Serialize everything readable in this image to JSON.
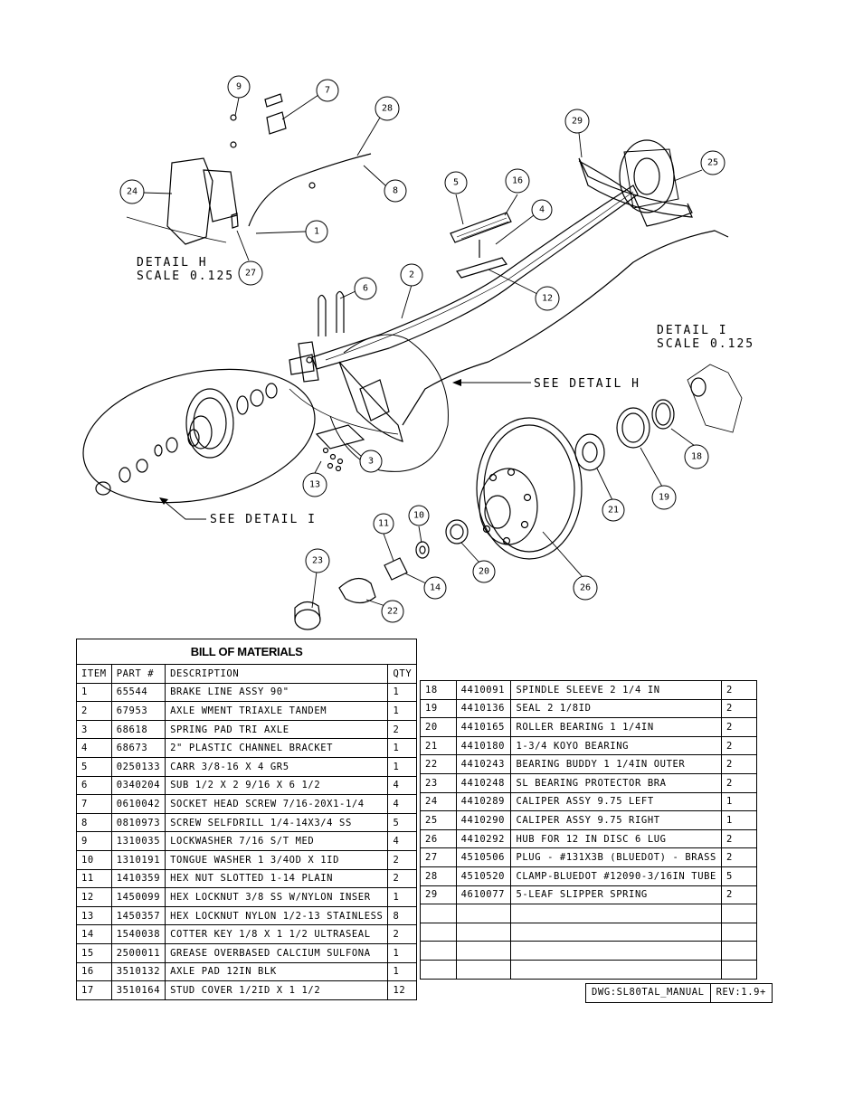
{
  "callouts": [
    "9",
    "7",
    "28",
    "29",
    "25",
    "24",
    "8",
    "5",
    "16",
    "4",
    "1",
    "27",
    "6",
    "2",
    "12",
    "13",
    "3",
    "11",
    "10",
    "20",
    "14",
    "23",
    "22",
    "21",
    "19",
    "18",
    "26"
  ],
  "details": {
    "h": {
      "title": "DETAIL  H",
      "scale": "SCALE  0.125"
    },
    "i": {
      "title": "DETAIL  I",
      "scale": "SCALE  0.125"
    },
    "see_h": "SEE DETAIL  H",
    "see_i": "SEE DETAIL  I"
  },
  "bom": {
    "title": "BILL OF MATERIALS",
    "headers": [
      "ITEM",
      "PART #",
      "DESCRIPTION",
      "QTY"
    ],
    "left_rows": [
      [
        "1",
        "65544",
        "BRAKE LINE ASSY 90\"",
        "1"
      ],
      [
        "2",
        "67953",
        "AXLE WMENT   TRIAXLE TANDEM",
        "1"
      ],
      [
        "3",
        "68618",
        "SPRING PAD   TRI AXLE",
        "2"
      ],
      [
        "4",
        "68673",
        "2\" PLASTIC CHANNEL BRACKET",
        "1"
      ],
      [
        "5",
        "0250133",
        "CARR 3/8-16 X 4 GR5",
        "1"
      ],
      [
        "6",
        "0340204",
        "SUB 1/2 X 2 9/16 X 6 1/2",
        "4"
      ],
      [
        "7",
        "0610042",
        "SOCKET HEAD SCREW 7/16-20X1-1/4",
        "4"
      ],
      [
        "8",
        "0810973",
        "SCREW SELFDRILL  1/4-14X3/4 SS",
        "5"
      ],
      [
        "9",
        "1310035",
        "LOCKWASHER 7/16 S/T MED",
        "4"
      ],
      [
        "10",
        "1310191",
        "TONGUE WASHER 1 3/4OD X 1ID",
        "2"
      ],
      [
        "11",
        "1410359",
        "HEX NUT SLOTTED 1-14 PLAIN",
        "2"
      ],
      [
        "12",
        "1450099",
        "HEX LOCKNUT 3/8 SS W/NYLON INSER",
        "1"
      ],
      [
        "13",
        "1450357",
        "HEX LOCKNUT NYLON 1/2-13 STAINLESS",
        "8"
      ],
      [
        "14",
        "1540038",
        "COTTER KEY 1/8 X 1 1/2 ULTRASEAL",
        "2"
      ],
      [
        "15",
        "2500011",
        "GREASE OVERBASED CALCIUM SULFONA",
        "1"
      ],
      [
        "16",
        "3510132",
        "AXLE PAD 12IN  BLK",
        "1"
      ],
      [
        "17",
        "3510164",
        "STUD COVER 1/2ID X 1 1/2",
        "12"
      ]
    ],
    "right_rows": [
      [
        "18",
        "4410091",
        "SPINDLE SLEEVE 2 1/4 IN",
        "2"
      ],
      [
        "19",
        "4410136",
        "SEAL  2 1/8ID",
        "2"
      ],
      [
        "20",
        "4410165",
        "ROLLER BEARING  1 1/4IN",
        "2"
      ],
      [
        "21",
        "4410180",
        "1-3/4 KOYO BEARING",
        "2"
      ],
      [
        "22",
        "4410243",
        "BEARING BUDDY  1 1/4IN OUTER",
        "2"
      ],
      [
        "23",
        "4410248",
        "SL BEARING PROTECTOR BRA",
        "2"
      ],
      [
        "24",
        "4410289",
        "CALIPER ASSY 9.75 LEFT",
        "1"
      ],
      [
        "25",
        "4410290",
        "CALIPER ASSY 9.75 RIGHT",
        "1"
      ],
      [
        "26",
        "4410292",
        "HUB FOR 12 IN DISC 6 LUG",
        "2"
      ],
      [
        "27",
        "4510506",
        "PLUG - #131X3B (BLUEDOT) - BRASS",
        "2"
      ],
      [
        "28",
        "4510520",
        "CLAMP-BLUEDOT #12090-3/16IN TUBE",
        "5"
      ],
      [
        "29",
        "4610077",
        "5-LEAF SLIPPER SPRING",
        "2"
      ],
      [
        "",
        "",
        "",
        ""
      ],
      [
        "",
        "",
        "",
        ""
      ],
      [
        "",
        "",
        "",
        ""
      ],
      [
        "",
        "",
        "",
        ""
      ]
    ]
  },
  "title_block": {
    "dwg": "DWG:SL80TAL_MANUAL",
    "rev": "REV:1.9+"
  }
}
